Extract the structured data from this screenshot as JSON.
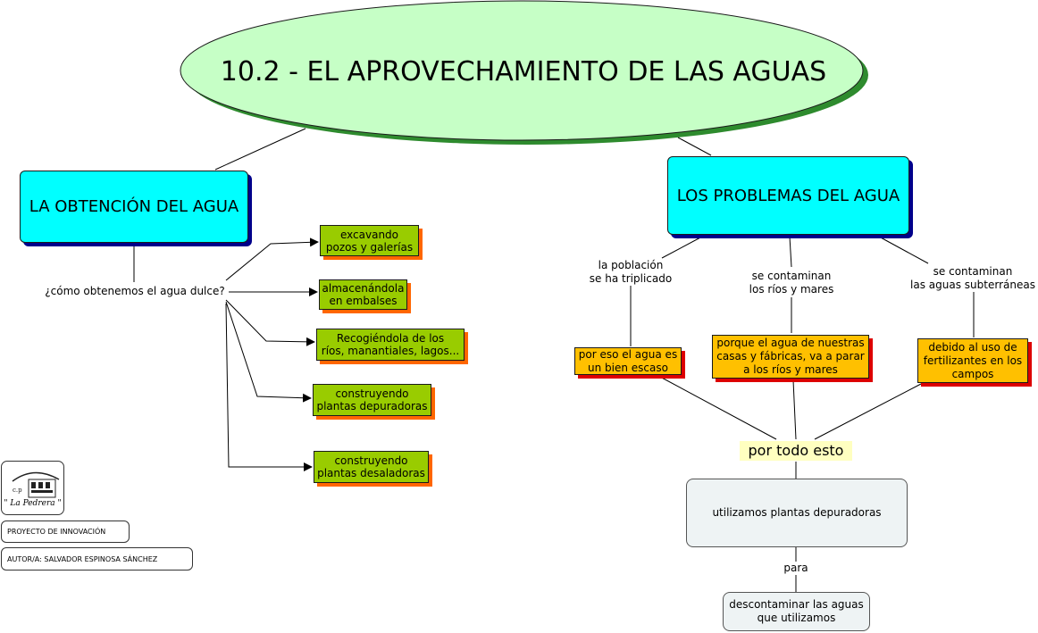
{
  "title": "10.2 - EL APROVECHAMIENTO DE LAS AGUAS",
  "obtencion": {
    "title": "LA OBTENCIÓN DEL AGUA",
    "question": "¿cómo obtenemos el agua dulce?",
    "methods": [
      "excavando\npozos y galerías",
      "almacenándola\nen embalses",
      "Recogiéndola de los\nríos, manantiales, lagos...",
      "construyendo\nplantas depuradoras",
      "construyendo\nplantas desaladoras"
    ]
  },
  "problemas": {
    "title": "LOS PROBLEMAS DEL AGUA",
    "causes": [
      "la población\nse ha triplicado",
      "se contaminan\nlos ríos y mares",
      "se contaminan\nlas aguas subterráneas"
    ],
    "effects": [
      "por eso el agua es\nun bien escaso",
      "porque el agua de nuestras\ncasas y fábricas, va a parar\na los ríos y mares",
      "debido al uso de\nfertilizantes en los\ncampos"
    ],
    "joiner": "por todo esto",
    "solution": "utilizamos plantas depuradoras",
    "purpose_label": "para",
    "purpose": "descontaminar las aguas\nque utilizamos"
  },
  "logo": {
    "text": "\" La Pedrera \""
  },
  "credits": {
    "project": "PROYECTO DE INNOVACIÓN",
    "author": "AUTOR/A: SALVADOR ESPINOSA SÁNCHEZ"
  },
  "colors": {
    "title_fill": "#c6ffc6",
    "title_shadow": "#2e8b2e",
    "header_fill": "#00ffff",
    "header_shadow": "#00008b",
    "method_fill": "#99cc00",
    "method_shadow": "#ff6600",
    "effect_fill": "#ffc000",
    "effect_shadow": "#dd0000",
    "joiner_highlight": "#ffffc0",
    "solution_fill": "#eef3f4"
  }
}
